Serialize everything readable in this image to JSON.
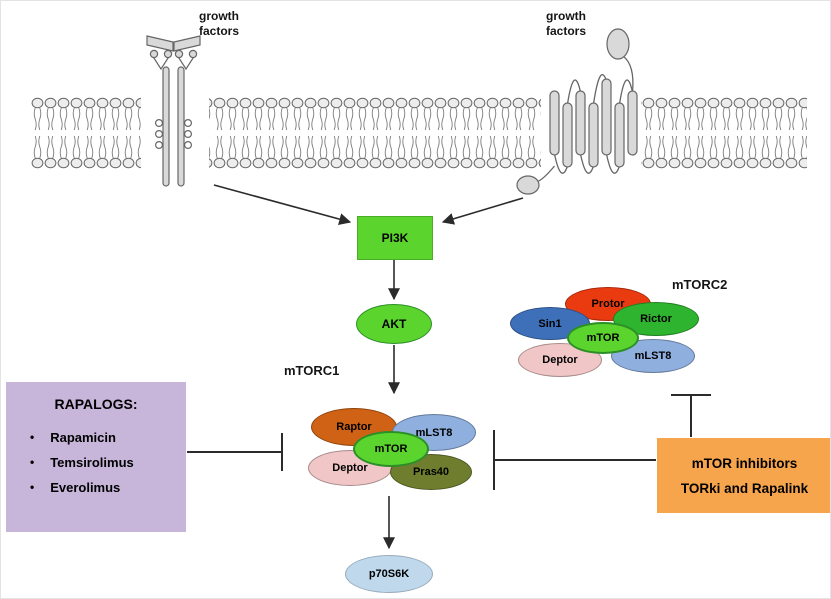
{
  "diagram": {
    "growth_factors_left": "growth\nfactors",
    "growth_factors_right": "growth\nfactors",
    "pi3k_label": "PI3K",
    "akt_label": "AKT",
    "p70s6k_label": "p70S6K",
    "mtorc1_title": "mTORC1",
    "mtorc2_title": "mTORC2"
  },
  "mtorc1": {
    "raptor": "Raptor",
    "mlst8": "mLST8",
    "mtor": "mTOR",
    "deptor": "Deptor",
    "pras40": "Pras40"
  },
  "mtorc2": {
    "protor": "Protor",
    "rictor": "Rictor",
    "sin1": "Sin1",
    "mtor": "mTOR",
    "deptor": "Deptor",
    "mlst8": "mLST8"
  },
  "rapalogs": {
    "title": "RAPALOGS:",
    "bullet": "•",
    "items": [
      "Rapamicin",
      "Temsirolimus",
      "Everolimus"
    ]
  },
  "inhibitors": {
    "line1": "mTOR inhibitors",
    "line2": "TORki and Rapalink"
  },
  "colors": {
    "green_bright": "#5CD42E",
    "green_border": "#2B8F27",
    "raptor_orange": "#CF6214",
    "mlst8_blue": "#8FAFDE",
    "deptor_pink": "#F0C6C6",
    "pras40_olive": "#6F7D2F",
    "protor_red": "#EA3B10",
    "rictor_green": "#2EB42E",
    "sin1_blue": "#3E70B9",
    "p70s6k_blue": "#BFD8EC",
    "rapalog_box": "#C7B5DA",
    "inhibitor_box": "#F6A54C"
  }
}
